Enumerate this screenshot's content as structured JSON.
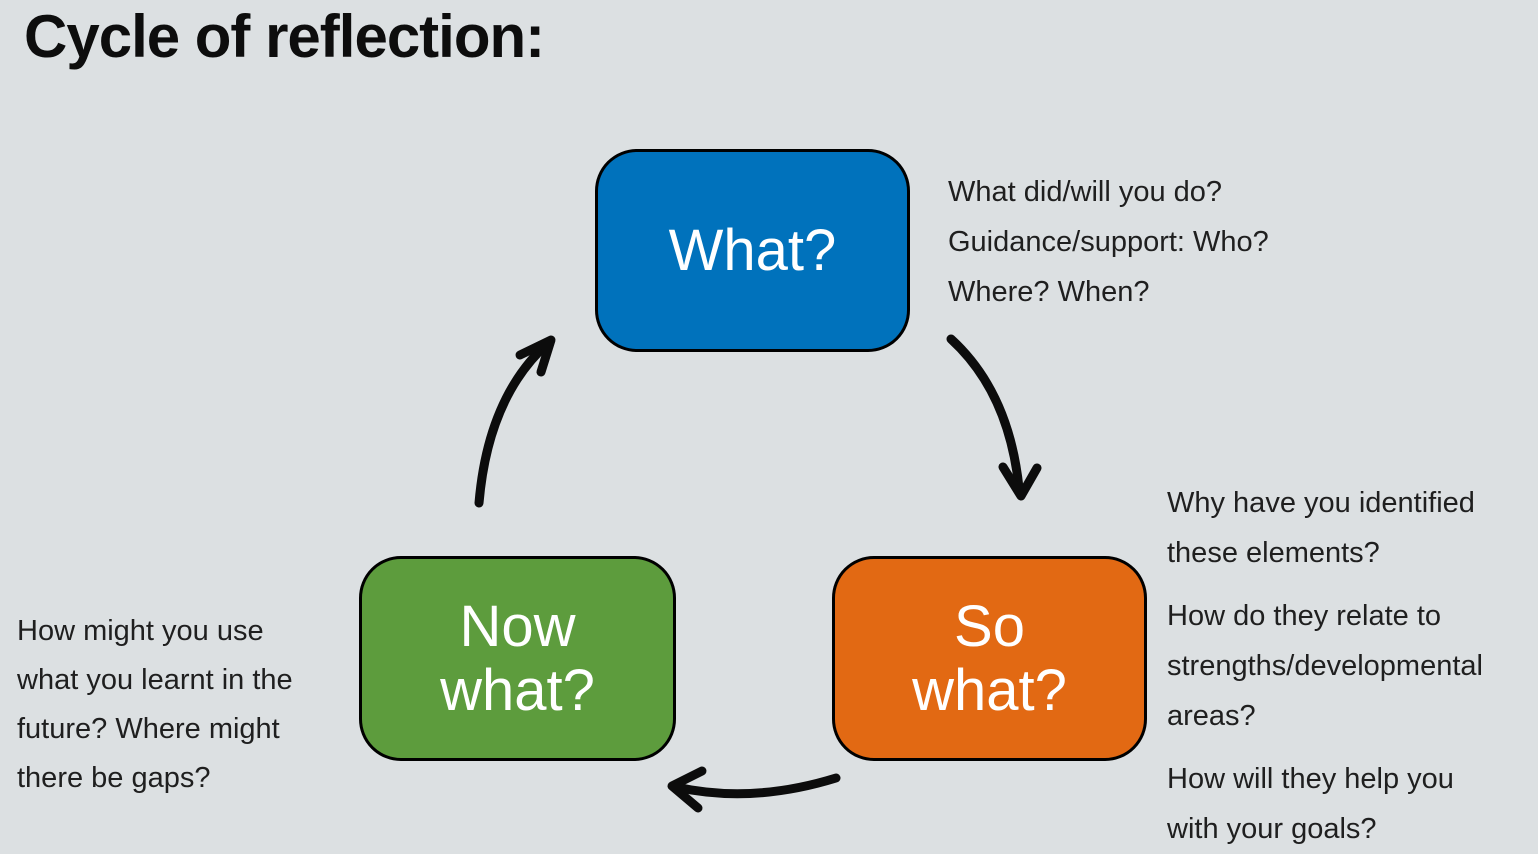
{
  "page": {
    "title": "Cycle of reflection:",
    "background_color": "#dce0e2",
    "arrow_color": "#0c0c0c",
    "text_color": "#1f1f1f"
  },
  "boxes": {
    "what": {
      "label": "What?",
      "label_lines": [
        "What?"
      ],
      "color": "#0072bc"
    },
    "so_what": {
      "label": "So what?",
      "label_lines": [
        "So",
        "what?"
      ],
      "color": "#e26913"
    },
    "now_what": {
      "label": "Now what?",
      "label_lines": [
        "Now",
        "what?"
      ],
      "color": "#5d9c3d"
    }
  },
  "notes": {
    "what": {
      "lines": [
        "What did/will you do?",
        "Guidance/support: Who?",
        "Where? When?"
      ]
    },
    "so_what": {
      "paragraphs": [
        [
          "Why have you identified",
          "these elements?"
        ],
        [
          "How do they relate to",
          "strengths/developmental",
          "areas?"
        ],
        [
          "How will they help you",
          "with your goals?"
        ]
      ]
    },
    "now_what": {
      "lines": [
        "How might you use",
        "what you learnt in the",
        "future? Where might",
        "there be gaps?"
      ]
    }
  },
  "icons": {
    "cycle_arrows": [
      "arrow-what-to-so-what",
      "arrow-so-what-to-now-what",
      "arrow-now-what-to-what"
    ]
  }
}
